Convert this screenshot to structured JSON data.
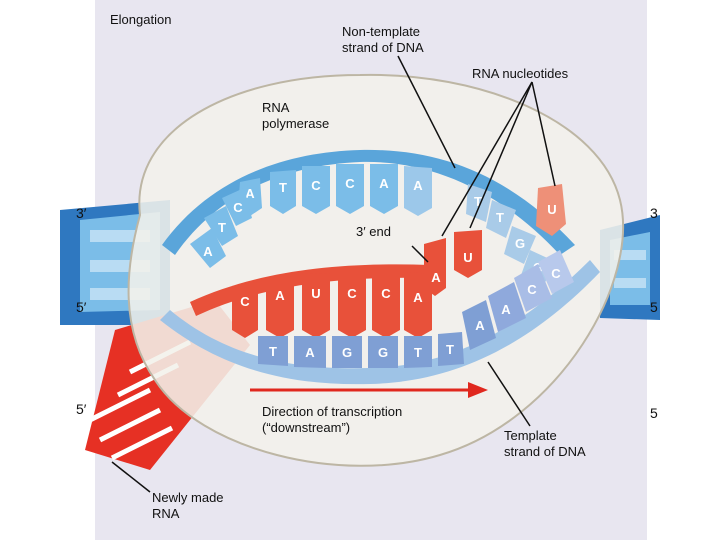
{
  "title": "Elongation",
  "labels": {
    "non_template_line1": "Non-template",
    "non_template_line2": "strand of DNA",
    "rna_nucleotides": "RNA nucleotides",
    "rna_polymerase_line1": "RNA",
    "rna_polymerase_line2": "polymerase",
    "three_prime_end": "3′ end",
    "direction_line1": "Direction of transcription",
    "direction_line2": "(“downstream”)",
    "template_line1": "Template",
    "template_line2": "strand of DNA",
    "newly_made_line1": "Newly made",
    "newly_made_line2": "RNA"
  },
  "edge_marks": {
    "left_top": "3′",
    "left_mid": "5′",
    "left_bottom": "5′",
    "right_top": "3",
    "right_mid": "5",
    "right_bottom": "5"
  },
  "bases": {
    "non_template_top": [
      "A",
      "T",
      "C",
      "C",
      "A",
      "A"
    ],
    "non_template_left": [
      "C",
      "T",
      "A"
    ],
    "non_template_right": [
      "T",
      "T",
      "G",
      "G"
    ],
    "rna_strand": [
      "C",
      "A",
      "U",
      "C",
      "C",
      "A"
    ],
    "template_strand": [
      "T",
      "A",
      "G",
      "G",
      "T",
      "T"
    ],
    "template_right": [
      "A",
      "A",
      "C",
      "C"
    ],
    "incoming_nucleotides": [
      "A",
      "U",
      "U"
    ]
  },
  "colors": {
    "frame_bg": "#e8e6f0",
    "polymerase": "#f3f1ea",
    "dna_blue": "#3a8fcf",
    "dna_light": "#a9cbe8",
    "template_blue": "#7f9fd4",
    "rna_red": "#e8513a",
    "arrow_red": "#e0281e"
  }
}
